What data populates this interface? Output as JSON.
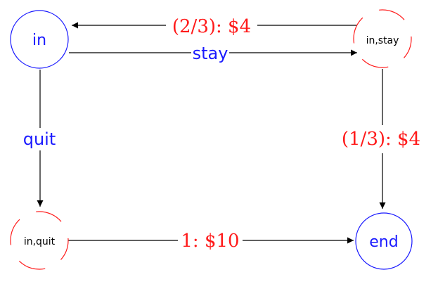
{
  "colors": {
    "state": "#1a1aff",
    "chance": "#ff1a1a",
    "arrow": "#000000",
    "background": "#ffffff"
  },
  "nodes": {
    "in": "in",
    "in_stay": "in,stay",
    "in_quit": "in,quit",
    "end": "end"
  },
  "edges": {
    "stay": "stay",
    "quit": "quit",
    "stay_to_in": "(2/3): $4",
    "stay_to_end": "(1/3): $4",
    "quit_to_end": "1: $10"
  }
}
